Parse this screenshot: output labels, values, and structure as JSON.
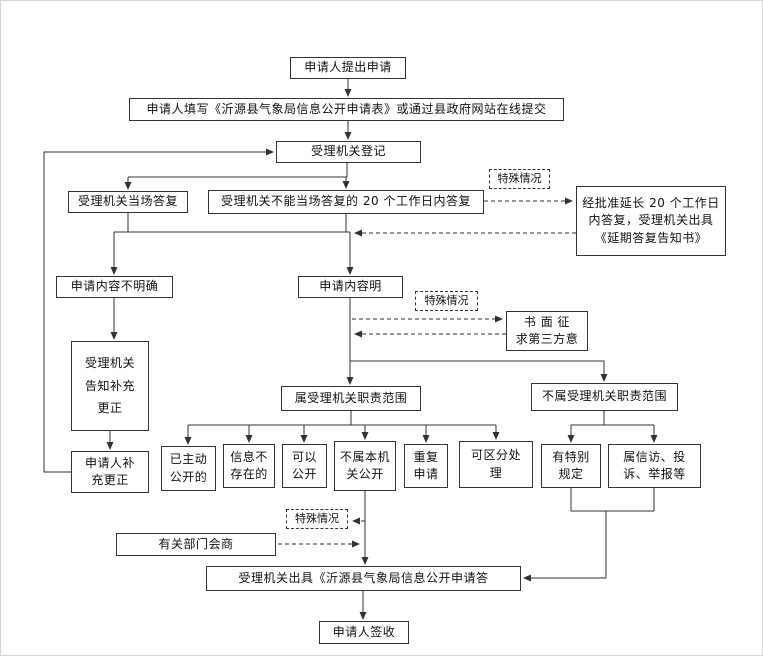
{
  "flowchart": {
    "line_color": "#333333",
    "nodes": {
      "start": {
        "label": "申请人提出申请"
      },
      "fill_form": {
        "label": "申请人填写《沂源县气象局信息公开申请表》或通过县政府网站在线提交"
      },
      "register": {
        "label": "受理机关登记"
      },
      "onsite_reply": {
        "label": "受理机关当场答复"
      },
      "reply_20days": {
        "label": "受理机关不能当场答复的 20 个工作日内答复"
      },
      "special_case_top": {
        "label": "特殊情况"
      },
      "extension": {
        "label": "经批准延长 20 个工作日\n内答复，受理机关出具\n《延期答复告知书》"
      },
      "unclear": {
        "label": "申请内容不明确"
      },
      "clear": {
        "label": "申请内容明"
      },
      "special_case_mid": {
        "label": "特殊情况"
      },
      "third_party": {
        "label": "书 面 征\n求第三方意"
      },
      "notify_supplement": {
        "label": "受理机关\n告知补充\n更正"
      },
      "in_scope": {
        "label": "属受理机关职责范围"
      },
      "out_scope": {
        "label": "不属受理机关职责范围"
      },
      "applicant_supplement": {
        "label": "申请人补\n充更正"
      },
      "already_public": {
        "label": "已主动\n公开的"
      },
      "not_exist": {
        "label": "信息不\n存在的"
      },
      "can_public": {
        "label": "可以\n公开"
      },
      "not_this_org": {
        "label": "不属本机\n关公开"
      },
      "duplicate": {
        "label": "重复\n申请"
      },
      "separable": {
        "label": "可区分处\n理"
      },
      "special_rules": {
        "label": "有特别\n规定"
      },
      "petition": {
        "label": "属信访、投\n诉、举报等"
      },
      "special_case_bottom": {
        "label": "特殊情况"
      },
      "consult": {
        "label": "有关部门会商"
      },
      "issue_reply": {
        "label": "受理机关出具《沂源县气象局信息公开申请答"
      },
      "sign": {
        "label": "申请人签收"
      }
    }
  }
}
